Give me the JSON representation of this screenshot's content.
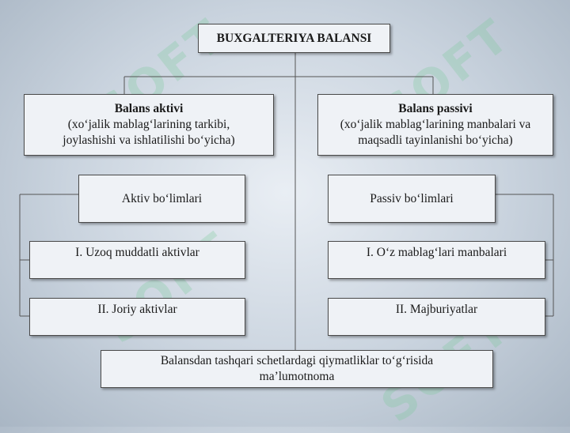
{
  "title": "BUXGALTERIYA BALANSI",
  "assets": {
    "heading": "Balans aktivi",
    "line1": "(xo‘jalik mablag‘larining tarkibi,",
    "line2": "joylashishi va ishlatilishi bo‘yicha)",
    "sections_label": "Aktiv bo‘limlari",
    "section1": "I. Uzoq muddatli aktivlar",
    "section2": "II. Joriy aktivlar"
  },
  "liabilities": {
    "heading": "Balans passivi",
    "line1": "(xo‘jalik mablag‘larining manbalari va",
    "line2": "maqsadli tayinlanishi bo‘yicha)",
    "sections_label": "Passiv bo‘limlari",
    "section1": "I. O‘z mablag‘lari manbalari",
    "section2": "II. Majburiyatlar"
  },
  "offbalance": {
    "line1": "Balansdan tashqari schetlardagi qiymatliklar to‘g‘risida",
    "line2": "ma’lumotnoma"
  },
  "watermark": "SOFT",
  "line_color": "#555555"
}
